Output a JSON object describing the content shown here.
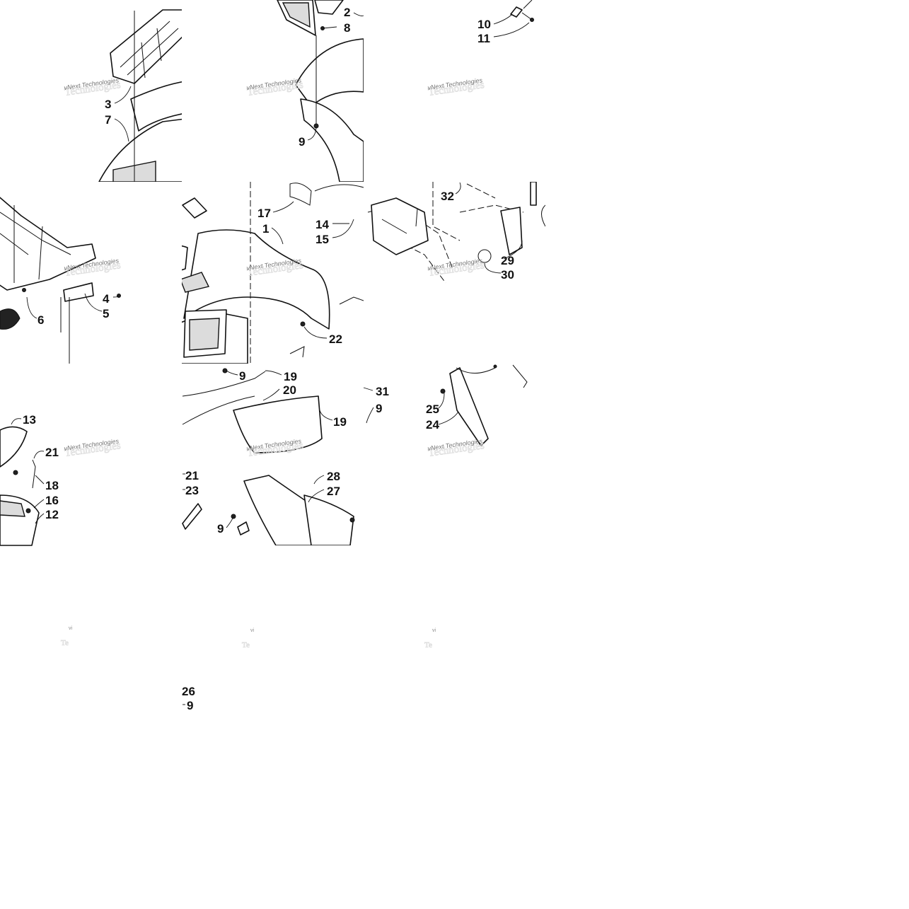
{
  "watermark": {
    "text": "vNext Technologies",
    "fragment": "vi"
  },
  "callouts": [
    "2",
    "8",
    "9",
    "10",
    "11",
    "3",
    "7",
    "17",
    "1",
    "14",
    "15",
    "32",
    "29",
    "30",
    "4",
    "5",
    "6",
    "22",
    "9",
    "19",
    "20",
    "19",
    "31",
    "9",
    "25",
    "24",
    "13",
    "21",
    "18",
    "16",
    "12",
    "21",
    "23",
    "28",
    "27",
    "9",
    "26",
    "9"
  ]
}
